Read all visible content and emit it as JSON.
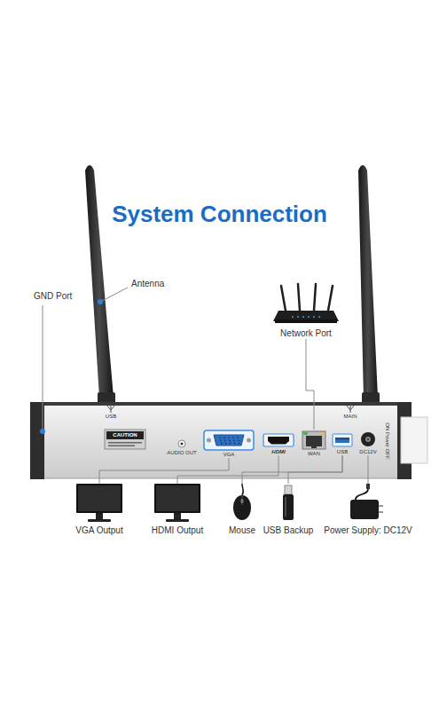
{
  "diagram": {
    "title": "System Connection",
    "nodes": [
      {
        "text": [
          "Network Port"
        ]
      },
      {
        "text": [
          "VGA"
        ]
      },
      {
        "text": [
          "HDMI"
        ]
      },
      {
        "text": [
          "WAN"
        ]
      },
      {
        "text": [
          "USB"
        ]
      },
      {
        "text": [
          "DC12V"
        ]
      },
      {
        "text": [
          "VGA Output"
        ]
      },
      {
        "text": [
          "HDMI Output"
        ]
      },
      {
        "text": [
          "Mouse"
        ]
      },
      {
        "text": [
          "USB Backup"
        ]
      },
      {
        "text": [
          "Power Supply: DC12V"
        ]
      }
    ],
    "edges": [
      {
        "from": 0,
        "to": 3,
        "arrow": "none"
      },
      {
        "from": 1,
        "to": 6,
        "arrow": "none"
      },
      {
        "from": 2,
        "to": 7,
        "arrow": "none"
      },
      {
        "from": 4,
        "to": 8,
        "arrow": "none"
      },
      {
        "from": 4,
        "to": 9,
        "arrow": "none"
      },
      {
        "from": 5,
        "to": 10,
        "arrow": "none"
      }
    ],
    "labels": [
      "Antenna",
      "GND Port",
      "USB",
      "MAIN",
      "CAUTION",
      "AUDIO OUT",
      "ON Power OFF"
    ]
  }
}
